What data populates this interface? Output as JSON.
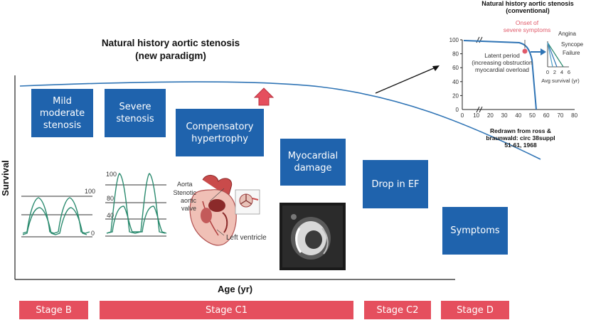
{
  "main_title": [
    "Natural history aortic stenosis",
    "(new paradigm)"
  ],
  "axes": {
    "y_label": "Survival",
    "x_label": "Age (yr)"
  },
  "boxes": {
    "mild": "Mild moderate stenosis",
    "severe": "Severe stenosis",
    "compensatory": "Compensatory hypertrophy",
    "myocardial": "Myocardial damage",
    "drop_ef": "Drop in EF",
    "symptoms": "Symptoms"
  },
  "stages": [
    "Stage B",
    "Stage C1",
    "Stage C2",
    "Stage D"
  ],
  "waveform_labels": {
    "tick_100": "100",
    "tick_0": "0",
    "tick_80": "80",
    "tick_40": "40"
  },
  "heart_labels": {
    "aorta": "Aorta",
    "stenotic_valve": "Stenotic aortic valve",
    "left_ventricle": "Left ventricle"
  },
  "inset": {
    "title": [
      "Natural history aortic stenosis",
      "(conventional)"
    ],
    "onset_label": [
      "Onset of",
      "severe symptoms"
    ],
    "latent_label": [
      "Latent period",
      "(increasing obstruction",
      "myocardial overload"
    ],
    "symptom_labels": [
      "Angina",
      "Syncope",
      "Failure"
    ],
    "avg_survival_label": "Avg survival (yr)",
    "avg_ticks": [
      "0",
      "2",
      "4",
      "6"
    ],
    "y_ticks": [
      "100",
      "80",
      "60",
      "40",
      "20",
      "0"
    ],
    "x_ticks": [
      "0",
      "10",
      "20",
      "30",
      "40",
      "50",
      "60",
      "70",
      "80"
    ],
    "caption": [
      "Redrawn from ross &",
      "braunwald: circ 38suppl",
      "51-61, 1968"
    ]
  },
  "colors": {
    "box_blue": "#1f63ad",
    "stage_red": "#e54f5e",
    "curve": "#2f74b5",
    "wave": "#2a8a6e",
    "onset": "#e05a6a"
  }
}
